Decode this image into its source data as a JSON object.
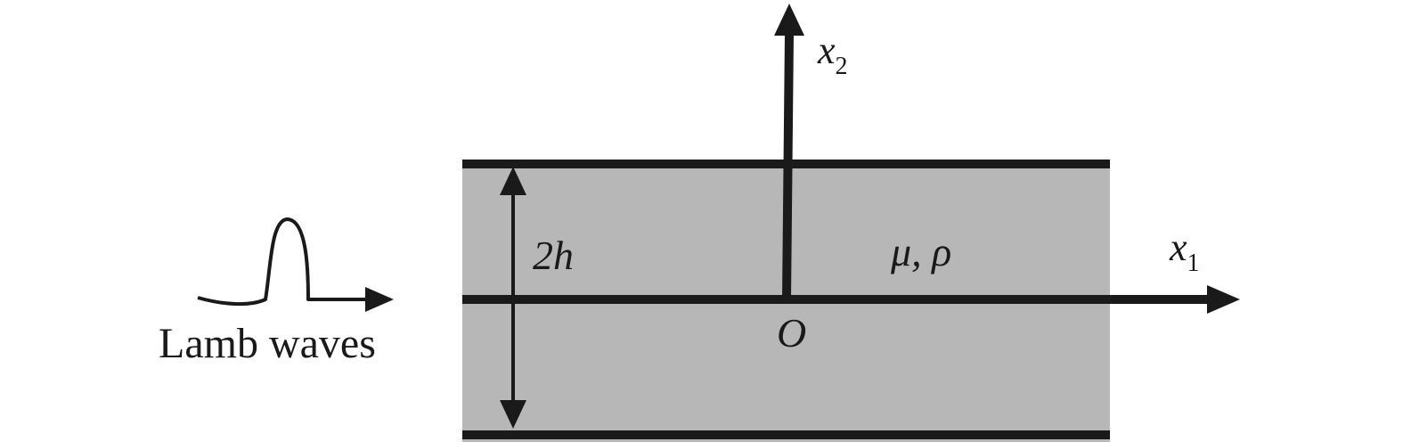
{
  "diagram": {
    "x2_label": "x",
    "x2_sub": "2",
    "x1_label": "x",
    "x1_sub": "1",
    "thickness_label": "2h",
    "material_label": "μ, ρ",
    "origin_label": "O",
    "wave_label": "Lamb waves",
    "colors": {
      "plate_fill": "#b7b7b7",
      "stroke": "#1a1a1a",
      "background": "#ffffff"
    }
  }
}
